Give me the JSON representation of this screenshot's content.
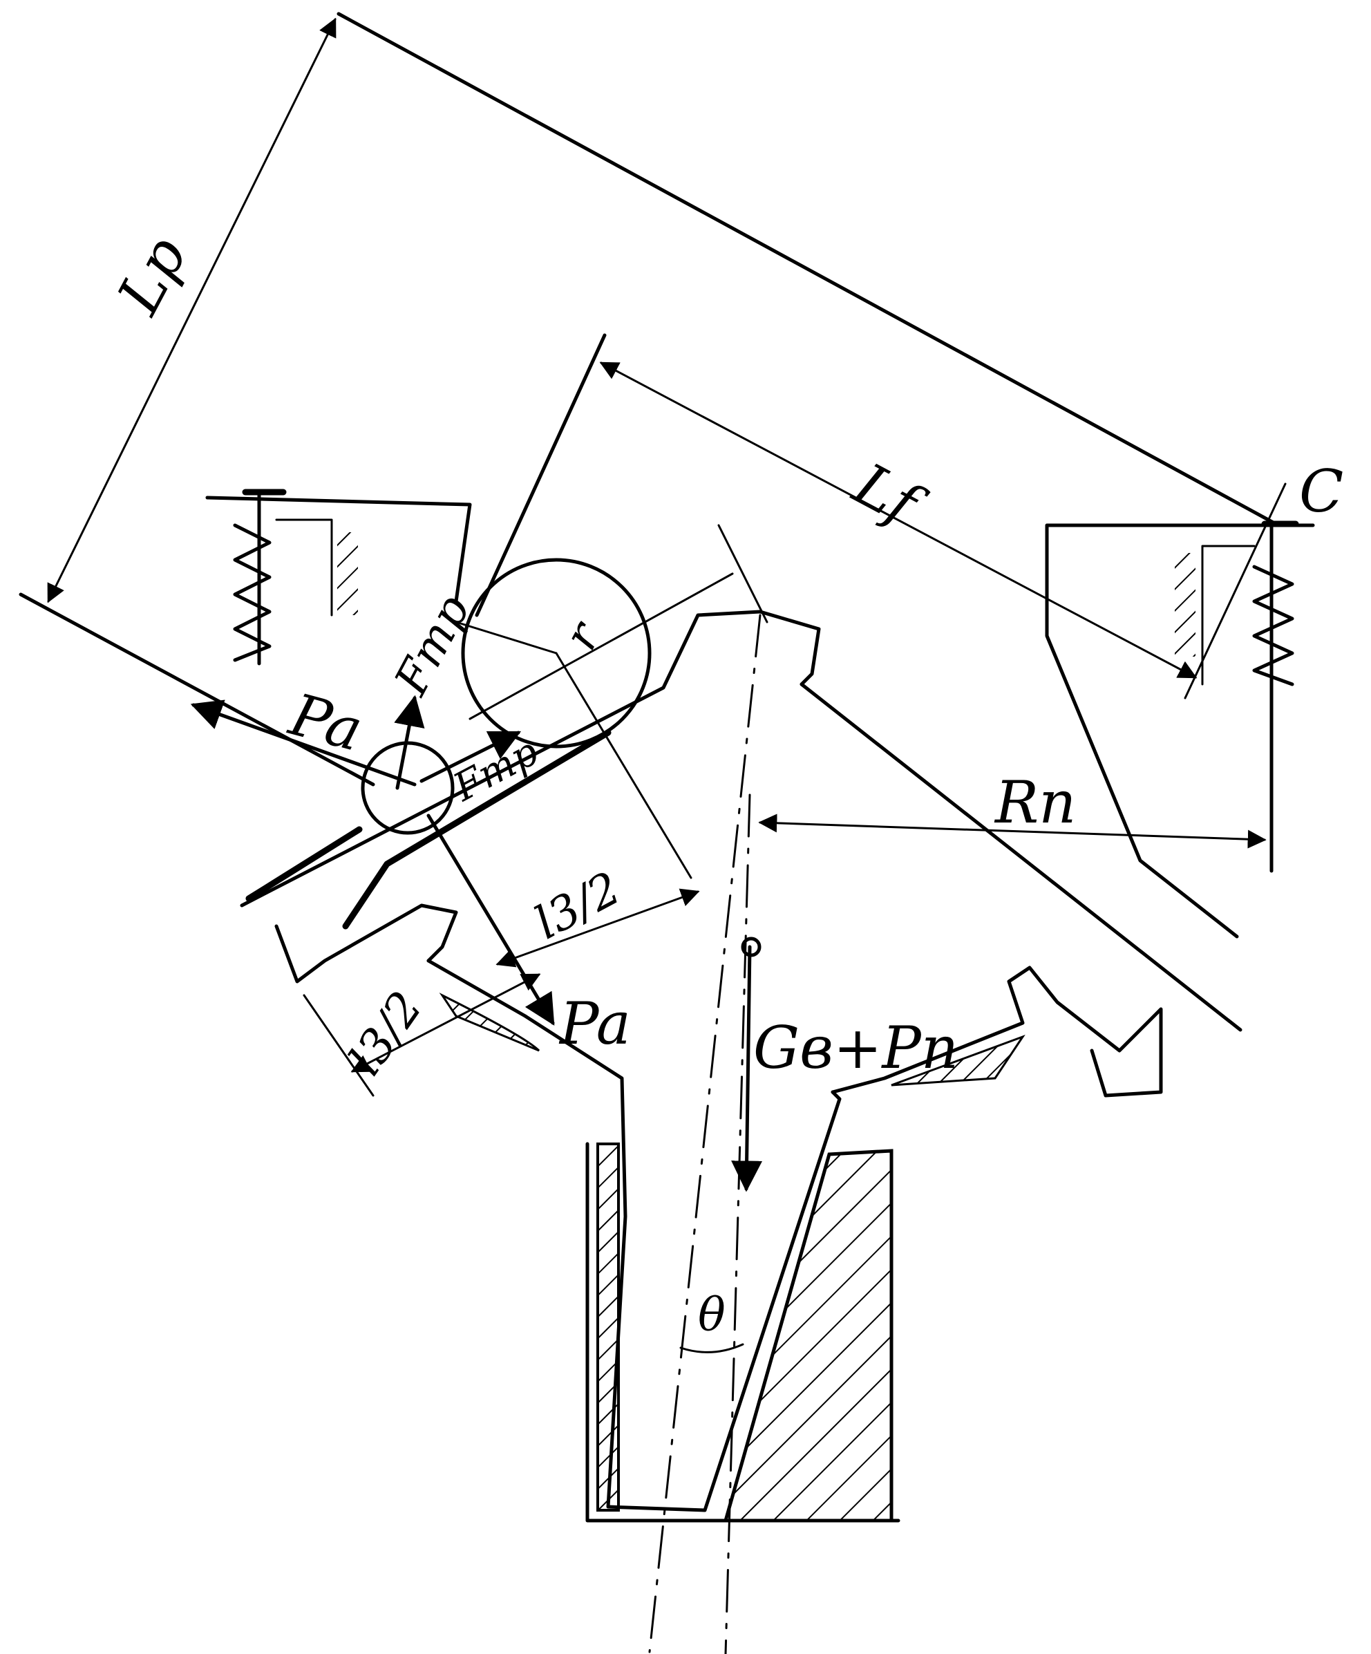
{
  "labels": {
    "lp": "Lp",
    "lf": "Lf",
    "c": "C",
    "r": "r",
    "ftr_upper": "Fтр",
    "ftr_lower": "Fтр",
    "pa_left": "Pa",
    "pa_bottom": "Pa",
    "rn": "Rn",
    "gb_pn": "Gв+Pп",
    "l3_upper": "l3/2",
    "l3_lower": "l3/2",
    "theta": "θ"
  },
  "colors": {
    "ink": "#000000",
    "paper": "#ffffff"
  }
}
